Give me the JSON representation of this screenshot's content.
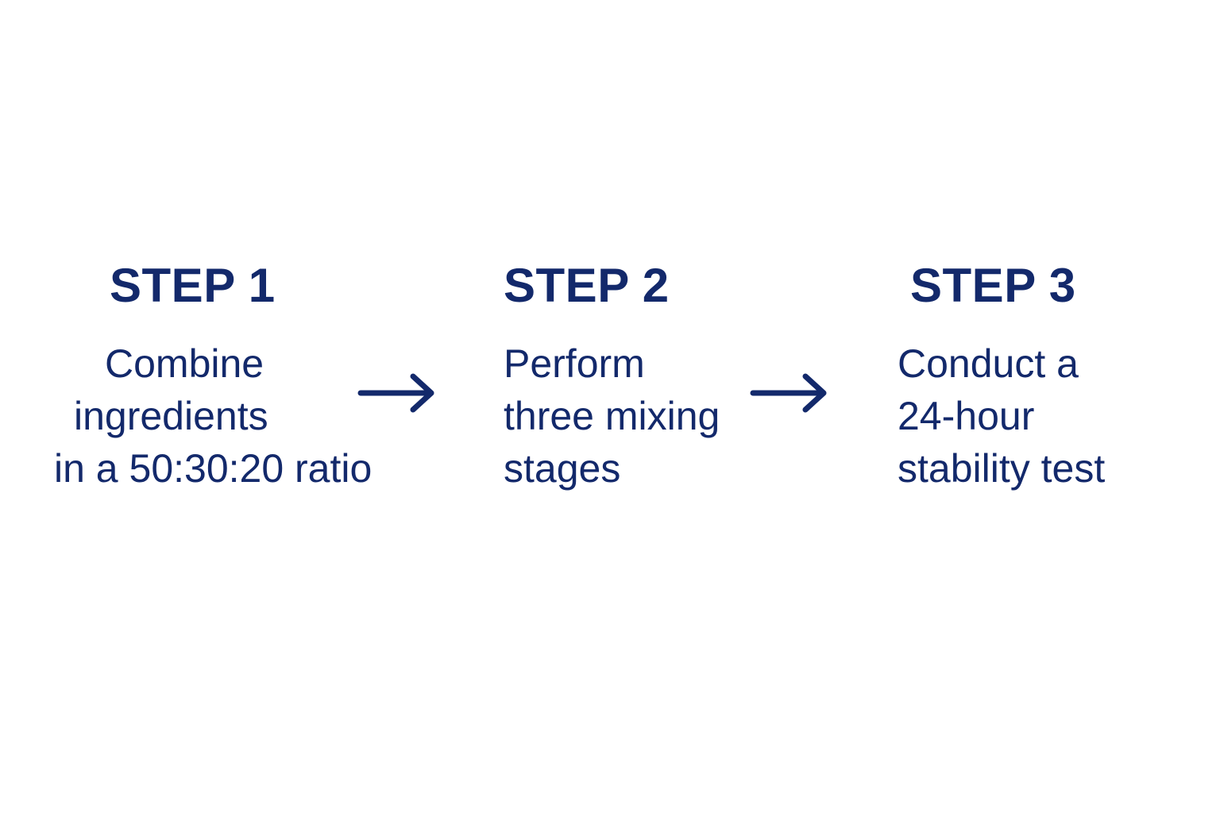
{
  "steps": [
    {
      "title": "STEP 1",
      "lines": [
        "Combine",
        "ingredients",
        "in a 50:30:20 ratio"
      ]
    },
    {
      "title": "STEP 2",
      "lines": [
        "Perform",
        "three mixing",
        "stages"
      ]
    },
    {
      "title": "STEP 3",
      "lines": [
        "Conduct a",
        "24-hour",
        "stability test"
      ]
    }
  ],
  "colors": {
    "text": "#13296b",
    "arrow": "#13296b",
    "background": "#ffffff"
  },
  "icons": [
    "arrow-right-icon",
    "arrow-right-icon"
  ]
}
